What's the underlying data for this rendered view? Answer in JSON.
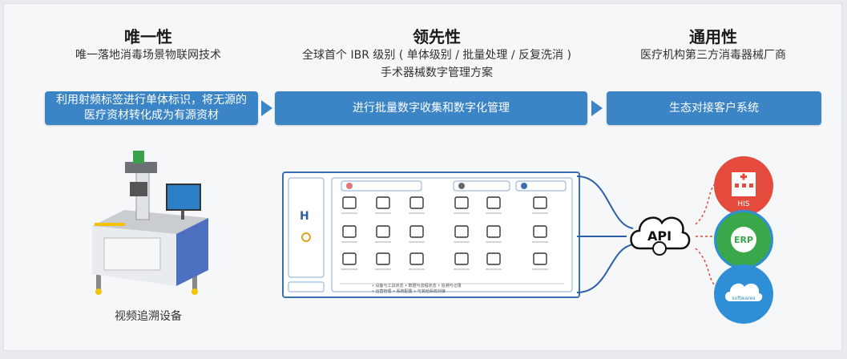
{
  "columns": [
    {
      "title": "唯一性",
      "subtitle": "唯一落地消毒场景物联网技术",
      "subtitle2": ""
    },
    {
      "title": "领先性",
      "subtitle": "全球首个 IBR 级别 ( 单体级别 / 批量处理 / 反复洗消 )",
      "subtitle2": "手术器械数字管理方案"
    },
    {
      "title": "通用性",
      "subtitle": "医疗机构第三方消毒器械厂商",
      "subtitle2": ""
    }
  ],
  "steps": [
    {
      "label": "利用射频标签进行单体标识，将无源的医疗资材转化成为有源资材"
    },
    {
      "label": "进行批量数字收集和数字化管理"
    },
    {
      "label": "生态对接客户系统"
    }
  ],
  "device": {
    "caption": "视频追溯设备"
  },
  "api": {
    "label": "API"
  },
  "clients": [
    {
      "name": "his-badge",
      "label": "HIS",
      "color": "#e54b3c"
    },
    {
      "name": "erp-badge",
      "label": "ERP",
      "color": "#3aa84a"
    },
    {
      "name": "cloud-badge",
      "label": "softwares",
      "color": "#2e8fd6"
    }
  ],
  "colors": {
    "accent": "#3b84c6",
    "link": "#2d5fa6",
    "dash": "#d94a3b"
  }
}
